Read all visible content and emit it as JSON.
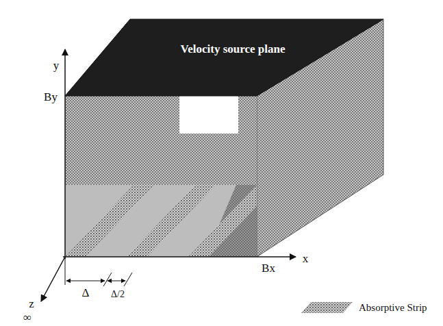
{
  "diagram": {
    "nodes": [
      {
        "text": [
          "Velocity source plane"
        ]
      }
    ],
    "labels": [
      "y",
      "By",
      "x",
      "Bx",
      "z",
      "∞",
      "Δ",
      "Δ/2"
    ],
    "legend": [
      {
        "text": "Absorptive Strip"
      }
    ]
  }
}
